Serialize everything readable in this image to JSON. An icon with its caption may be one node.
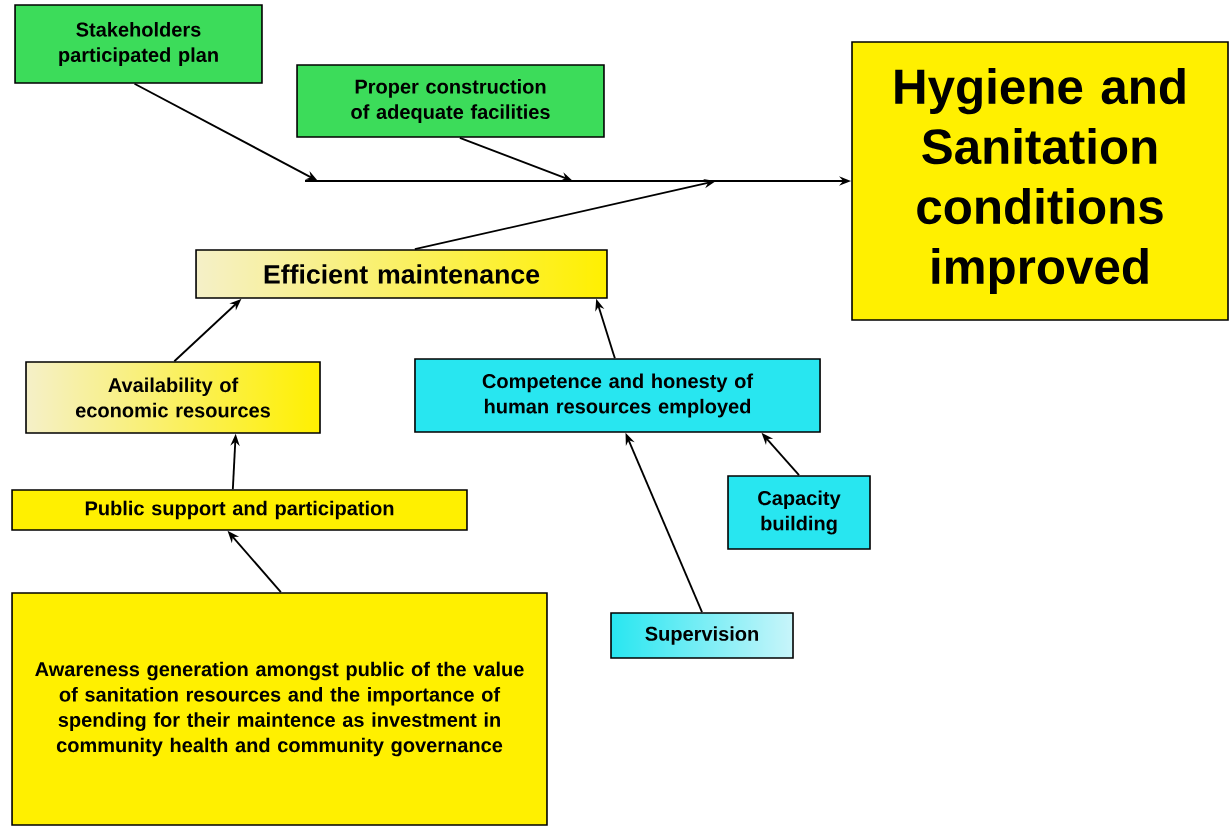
{
  "diagram": {
    "nodes": [
      {
        "text": [
          "Stakeholders participated plan"
        ]
      },
      {
        "text": [
          "Proper construction of adequate facilities"
        ]
      },
      {
        "text": [
          "Hygiene and Sanitation conditions improved"
        ]
      },
      {
        "text": [
          "Efficient maintenance"
        ]
      },
      {
        "text": [
          "Availability of economic resources"
        ]
      },
      {
        "text": [
          "Competence and honesty of human resources employed"
        ]
      },
      {
        "text": [
          "Capacity building"
        ]
      },
      {
        "text": [
          "Public support and participation"
        ]
      },
      {
        "text": [
          "Supervision"
        ]
      },
      {
        "text": [
          "Awareness generation amongst public of the value of sanitation resources and the importance of spending for their maintence as investment in community health and community governance"
        ]
      }
    ],
    "edges": [
      {
        "from": null,
        "to": 2,
        "arrow": "to"
      },
      {
        "from": 0,
        "to": null,
        "arrow": "to"
      },
      {
        "from": 1,
        "to": null,
        "arrow": "to"
      },
      {
        "from": 3,
        "to": null,
        "arrow": "to"
      },
      {
        "from": 4,
        "to": 3,
        "arrow": "to"
      },
      {
        "from": 5,
        "to": 3,
        "arrow": "to"
      },
      {
        "from": 7,
        "to": 4,
        "arrow": "to"
      },
      {
        "from": 6,
        "to": 5,
        "arrow": "to"
      },
      {
        "from": 8,
        "to": 5,
        "arrow": "to"
      },
      {
        "from": 9,
        "to": 7,
        "arrow": "to"
      }
    ]
  }
}
